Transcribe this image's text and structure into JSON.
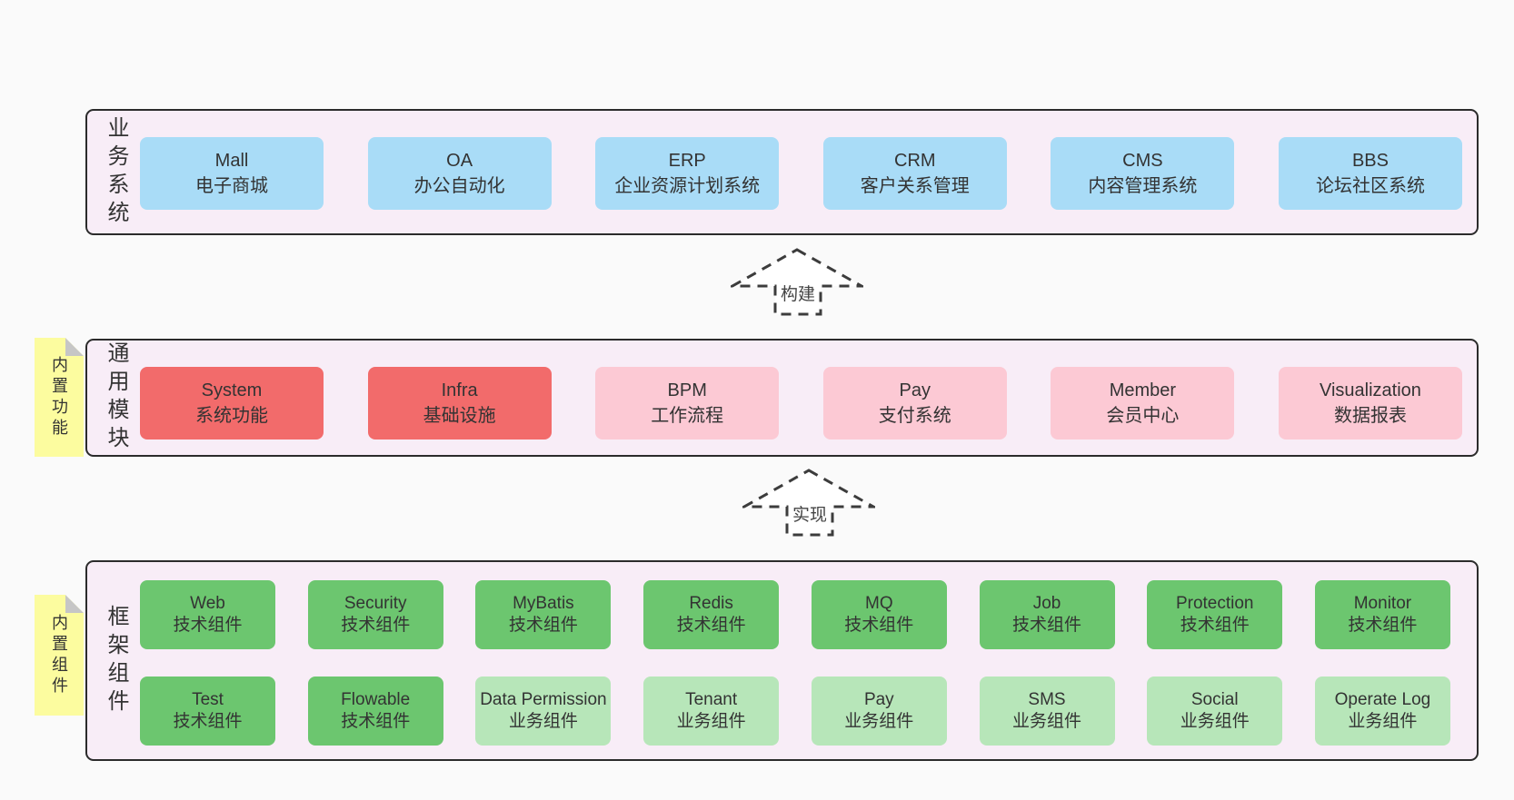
{
  "colors": {
    "page_bg": "#fafafa",
    "panel_bg": "#f8edf7",
    "panel_border": "#2b2b2b",
    "blue": "#a9dcf7",
    "red": "#f26b6b",
    "pink": "#fcc9d4",
    "green": "#6cc66f",
    "lightgreen": "#b7e6b9",
    "note_yellow": "#fcfc9f",
    "note_fold": "#c6c6c6",
    "arrow_stroke": "#3c3c3c",
    "text": "#3a3a3a"
  },
  "notes": {
    "modules": "内置功能",
    "components": "内置组件"
  },
  "arrows": {
    "build": "构建",
    "implement": "实现"
  },
  "sections": {
    "business": {
      "label": "业务系统",
      "boxes": [
        {
          "name": "Mall",
          "desc": "电子商城",
          "variant": "blue"
        },
        {
          "name": "OA",
          "desc": "办公自动化",
          "variant": "blue"
        },
        {
          "name": "ERP",
          "desc": "企业资源计划系统",
          "variant": "blue"
        },
        {
          "name": "CRM",
          "desc": "客户关系管理",
          "variant": "blue"
        },
        {
          "name": "CMS",
          "desc": "内容管理系统",
          "variant": "blue"
        },
        {
          "name": "BBS",
          "desc": "论坛社区系统",
          "variant": "blue"
        }
      ]
    },
    "modules": {
      "label": "通用模块",
      "boxes": [
        {
          "name": "System",
          "desc": "系统功能",
          "variant": "red"
        },
        {
          "name": "Infra",
          "desc": "基础设施",
          "variant": "red"
        },
        {
          "name": "BPM",
          "desc": "工作流程",
          "variant": "pink"
        },
        {
          "name": "Pay",
          "desc": "支付系统",
          "variant": "pink"
        },
        {
          "name": "Member",
          "desc": "会员中心",
          "variant": "pink"
        },
        {
          "name": "Visualization",
          "desc": "数据报表",
          "variant": "pink"
        }
      ]
    },
    "components": {
      "label": "框架组件",
      "rows": [
        [
          {
            "name": "Web",
            "desc": "技术组件",
            "variant": "green"
          },
          {
            "name": "Security",
            "desc": "技术组件",
            "variant": "green"
          },
          {
            "name": "MyBatis",
            "desc": "技术组件",
            "variant": "green"
          },
          {
            "name": "Redis",
            "desc": "技术组件",
            "variant": "green"
          },
          {
            "name": "MQ",
            "desc": "技术组件",
            "variant": "green"
          },
          {
            "name": "Job",
            "desc": "技术组件",
            "variant": "green"
          },
          {
            "name": "Protection",
            "desc": "技术组件",
            "variant": "green"
          },
          {
            "name": "Monitor",
            "desc": "技术组件",
            "variant": "green"
          }
        ],
        [
          {
            "name": "Test",
            "desc": "技术组件",
            "variant": "green"
          },
          {
            "name": "Flowable",
            "desc": "技术组件",
            "variant": "green"
          },
          {
            "name": "Data Permission",
            "desc": "业务组件",
            "variant": "lightgreen"
          },
          {
            "name": "Tenant",
            "desc": "业务组件",
            "variant": "lightgreen"
          },
          {
            "name": "Pay",
            "desc": "业务组件",
            "variant": "lightgreen"
          },
          {
            "name": "SMS",
            "desc": "业务组件",
            "variant": "lightgreen"
          },
          {
            "name": "Social",
            "desc": "业务组件",
            "variant": "lightgreen"
          },
          {
            "name": "Operate Log",
            "desc": "业务组件",
            "variant": "lightgreen"
          }
        ]
      ]
    }
  }
}
